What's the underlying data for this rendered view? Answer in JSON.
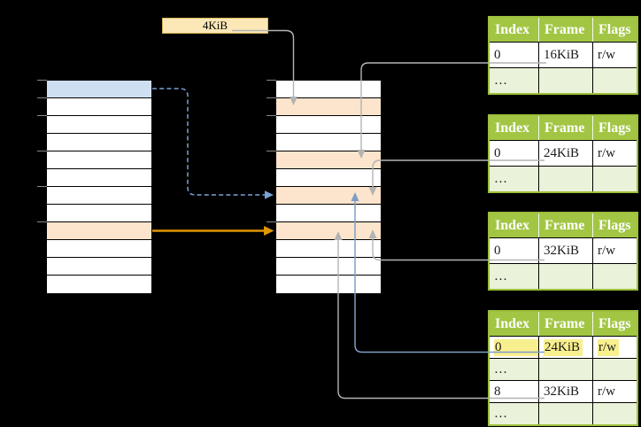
{
  "size_label": {
    "text": "4KiB"
  },
  "left_table": {
    "description": "virtual page column, 12 slots",
    "rows": [
      "selected_blue",
      "",
      "",
      "",
      "",
      "",
      "",
      "",
      "mapped_peach",
      "",
      "",
      ""
    ]
  },
  "middle_table": {
    "description": "physical frame column, 12 slots",
    "rows": [
      "",
      "mapped_peach",
      "",
      "",
      "mapped_peach",
      "",
      "mapped_peach",
      "",
      "mapped_peach",
      "",
      "",
      ""
    ]
  },
  "frame_tables": [
    {
      "name": "frame-table-16kib",
      "columns": [
        "Index",
        "Frame",
        "Flags"
      ],
      "rows": [
        {
          "cells": [
            "0",
            "16KiB",
            "r/w"
          ],
          "shaded": false,
          "highlight": false
        },
        {
          "cells": [
            "…",
            "",
            ""
          ],
          "shaded": true,
          "highlight": false
        }
      ]
    },
    {
      "name": "frame-table-24kib",
      "columns": [
        "Index",
        "Frame",
        "Flags"
      ],
      "rows": [
        {
          "cells": [
            "0",
            "24KiB",
            "r/w"
          ],
          "shaded": false,
          "highlight": false
        },
        {
          "cells": [
            "…",
            "",
            ""
          ],
          "shaded": true,
          "highlight": false
        }
      ]
    },
    {
      "name": "frame-table-32kib",
      "columns": [
        "Index",
        "Frame",
        "Flags"
      ],
      "rows": [
        {
          "cells": [
            "0",
            "32KiB",
            "r/w"
          ],
          "shaded": false,
          "highlight": false
        },
        {
          "cells": [
            "…",
            "",
            ""
          ],
          "shaded": true,
          "highlight": false
        }
      ]
    },
    {
      "name": "frame-table-bottom",
      "columns": [
        "Index",
        "Frame",
        "Flags"
      ],
      "rows": [
        {
          "cells": [
            "0",
            "24KiB",
            "r/w"
          ],
          "shaded": false,
          "highlight": true
        },
        {
          "cells": [
            "…",
            "",
            ""
          ],
          "shaded": true,
          "highlight": false
        },
        {
          "cells": [
            "8",
            "32KiB",
            "r/w"
          ],
          "shaded": false,
          "highlight": false
        },
        {
          "cells": [
            "…",
            "",
            ""
          ],
          "shaded": true,
          "highlight": false
        }
      ]
    }
  ],
  "colors": {
    "background": "#000000",
    "row_white": "#ffffff",
    "selected_blue": "#cfdff2",
    "mapped_peach": "#fce5cc",
    "table_header_green": "#a2c644",
    "table_border_green": "#9cbf3b",
    "table_shaded_green": "#eaf2d9",
    "highlight_yellow": "#f8ef8e",
    "size_box_fill": "#fce8b7",
    "size_box_border": "#d6b656",
    "gray_arrow": "#b3b3b3",
    "blue_arrow": "#7e9dc8",
    "dashed_blue_arrow": "#78a2d4",
    "orange_arrow": "#e09600",
    "tick_gray": "#888888"
  }
}
